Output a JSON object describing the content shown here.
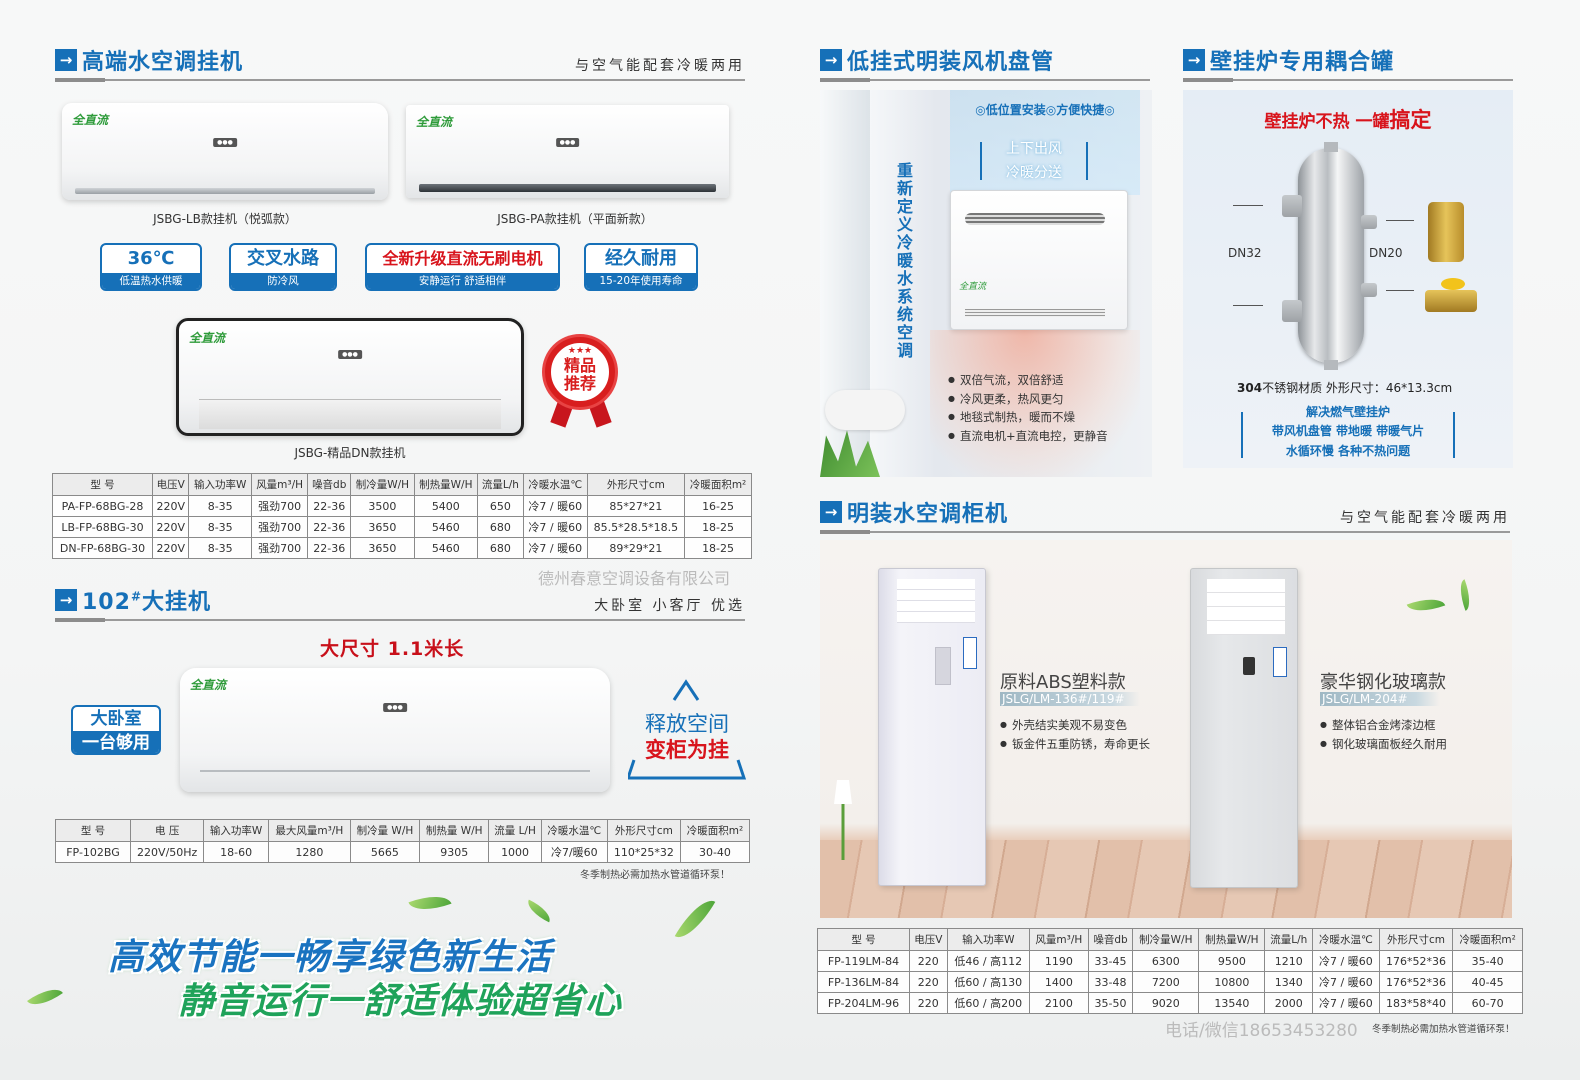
{
  "sections": {
    "high_end_wall": {
      "title": "高端水空调挂机",
      "subtitle": "与空气能配套冷暖两用",
      "products": [
        {
          "caption": "JSBG-LB款挂机（悦弧款）"
        },
        {
          "caption": "JSBG-PA款挂机（平面新款）"
        },
        {
          "caption": "JSBG-精品DN款挂机"
        }
      ],
      "features": [
        {
          "headline": "36℃",
          "sub": "低温热水供暖"
        },
        {
          "headline": "交叉水路",
          "sub": "防冷风"
        },
        {
          "headline": "全新升级直流无刷电机",
          "sub": "安静运行 舒适相伴"
        },
        {
          "headline": "经久耐用",
          "sub": "15-20年使用寿命"
        }
      ],
      "recommend_badge": {
        "stars": "★★★",
        "line1": "精品",
        "line2": "推荐"
      },
      "brand_logo": "全直流",
      "table": {
        "headers": [
          "型 号",
          "电压V",
          "输入功率W",
          "风量m³/H",
          "噪音db",
          "制冷量W/H",
          "制热量W/H",
          "流量L/h",
          "冷暖水温℃",
          "外形尺寸cm",
          "冷暖面积m²"
        ],
        "rows": [
          [
            "PA-FP-68BG-28",
            "220V",
            "8-35",
            "强劲700",
            "22-36",
            "3500",
            "5400",
            "650",
            "冷7 / 暖60",
            "85*27*21",
            "16-25"
          ],
          [
            "LB-FP-68BG-30",
            "220V",
            "8-35",
            "强劲700",
            "22-36",
            "3650",
            "5460",
            "680",
            "冷7 / 暖60",
            "85.5*28.5*18.5",
            "18-25"
          ],
          [
            "DN-FP-68BG-30",
            "220V",
            "8-35",
            "强劲700",
            "22-36",
            "3650",
            "5460",
            "680",
            "冷7 / 暖60",
            "89*29*21",
            "18-25"
          ]
        ]
      }
    },
    "watermark_company": "德州春意空调设备有限公司",
    "big_wall_102": {
      "title_main": "102",
      "title_sup": "#",
      "title_rest": "大挂机",
      "subtitle": "大卧室 小客厅 优选",
      "headline": "大尺寸 1.1米长",
      "left_badge": {
        "line1": "大卧室",
        "line2": "一台够用"
      },
      "right_badge": {
        "line1": "释放空间",
        "line2": "变柜为挂"
      },
      "table": {
        "headers": [
          "型 号",
          "电 压",
          "输入功率W",
          "最大风量m³/H",
          "制冷量 W/H",
          "制热量 W/H",
          "流量 L/H",
          "冷暖水温℃",
          "外形尺寸cm",
          "冷暖面积m²"
        ],
        "rows": [
          [
            "FP-102BG",
            "220V/50Hz",
            "18-60",
            "1280",
            "5665",
            "9305",
            "1000",
            "冷7/暖60",
            "110*25*32",
            "30-40"
          ]
        ]
      },
      "note": "冬季制热必需加热水管道循环泵！"
    },
    "slogan": {
      "line1": "高效节能一畅享绿色新生活",
      "line2": "静音运行一舒适体验超省心"
    },
    "low_fan_coil": {
      "title": "低挂式明装风机盘管",
      "tagline": "◎低位置安装◎方便快捷◎",
      "bracket_line1": "上下出风",
      "bracket_line2": "冷暖分送",
      "vertical_text": "重新定义冷暖水系统空调",
      "bullets": [
        "双倍气流，双倍舒适",
        "冷风更柔，热风更匀",
        "地毯式制热，暖而不燥",
        "直流电机+直流电控，更静音"
      ]
    },
    "coupling_tank": {
      "title": "壁挂炉专用耦合罐",
      "headline_part1": "壁挂炉不热 一罐",
      "headline_part2": "搞定",
      "label_left": "DN32",
      "label_right": "DN20",
      "spec_bold": "304",
      "spec_rest": "不锈钢材质  外形尺寸：46*13.3cm",
      "box_line1": "解决燃气壁挂炉",
      "box_line2": "带风机盘管  带地暖  带暖气片",
      "box_line3": "水循环慢  各种不热问题"
    },
    "cabinet": {
      "title": "明装水空调柜机",
      "subtitle": "与空气能配套冷暖两用",
      "models": [
        {
          "name": "原料ABS塑料款",
          "code": "JSLG/LM-136#/119#",
          "bullets": [
            "外壳结实美观不易变色",
            "钣金件五重防锈，寿命更长"
          ]
        },
        {
          "name": "豪华钢化玻璃款",
          "code": "JSLG/LM-204#",
          "bullets": [
            "整体铝合金烤漆边框",
            "钢化玻璃面板经久耐用"
          ]
        }
      ],
      "table": {
        "headers": [
          "型 号",
          "电压V",
          "输入功率W",
          "风量m³/H",
          "噪音db",
          "制冷量W/H",
          "制热量W/H",
          "流量L/h",
          "冷暖水温℃",
          "外形尺寸cm",
          "冷暖面积m²"
        ],
        "rows": [
          [
            "FP-119LM-84",
            "220",
            "低46 / 高112",
            "1190",
            "33-45",
            "6300",
            "9500",
            "1210",
            "冷7 / 暖60",
            "176*52*36",
            "35-40"
          ],
          [
            "FP-136LM-84",
            "220",
            "低60 / 高130",
            "1400",
            "33-48",
            "7200",
            "10800",
            "1340",
            "冷7 / 暖60",
            "176*52*36",
            "40-45"
          ],
          [
            "FP-204LM-96",
            "220",
            "低60 / 高200",
            "2100",
            "35-50",
            "9020",
            "13540",
            "2000",
            "冷7 / 暖60",
            "183*58*40",
            "60-70"
          ]
        ]
      },
      "contact_watermark": "电话/微信18653453280",
      "note": "冬季制热必需加热水管道循环泵！"
    }
  },
  "colors": {
    "brand_blue": "#1670b8",
    "accent_red": "#d8141c",
    "slogan_green": "#1fa35a"
  }
}
